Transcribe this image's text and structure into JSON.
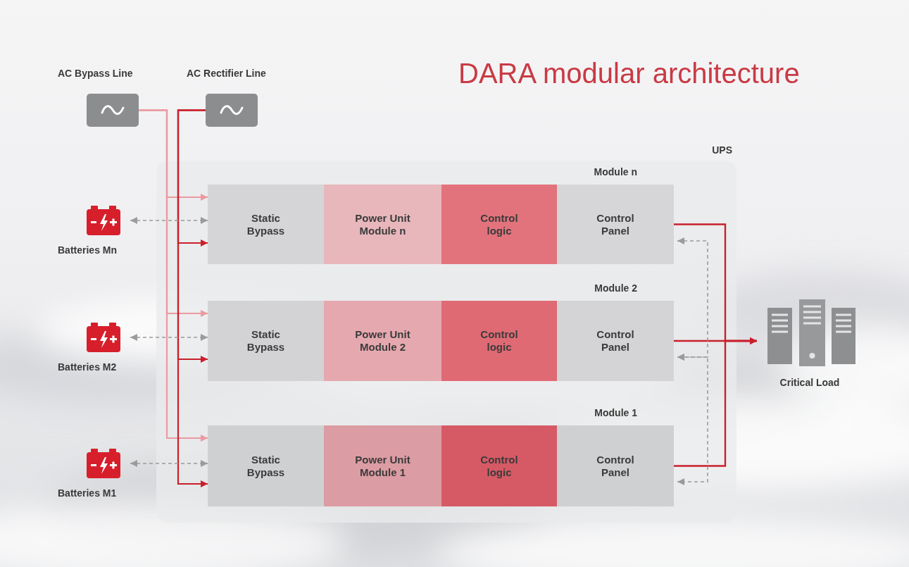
{
  "diagram": {
    "title": "DARA modular architecture",
    "nodes": [
      {
        "text": [
          "AC Bypass Line"
        ]
      },
      {
        "text": [
          "AC Rectifier Line"
        ]
      },
      {
        "text": [
          "Batteries Mn"
        ]
      },
      {
        "text": [
          "Batteries M2"
        ]
      },
      {
        "text": [
          "Batteries M1"
        ]
      },
      {
        "text": [
          "UPS"
        ]
      },
      {
        "text": [
          "Module n"
        ],
        "in": 5
      },
      {
        "text": [
          "Static Bypass"
        ],
        "in": 6
      },
      {
        "text": [
          "Power Unit Module n"
        ],
        "in": 6
      },
      {
        "text": [
          "Control logic"
        ],
        "in": 6
      },
      {
        "text": [
          "Control Panel"
        ],
        "in": 6
      },
      {
        "text": [
          "Module 2"
        ],
        "in": 5
      },
      {
        "text": [
          "Static Bypass"
        ],
        "in": 11
      },
      {
        "text": [
          "Power Unit Module 2"
        ],
        "in": 11
      },
      {
        "text": [
          "Control logic"
        ],
        "in": 11
      },
      {
        "text": [
          "Control Panel"
        ],
        "in": 11
      },
      {
        "text": [
          "Module 1"
        ],
        "in": 5
      },
      {
        "text": [
          "Static Bypass"
        ],
        "in": 16
      },
      {
        "text": [
          "Power Unit Module 1"
        ],
        "in": 16
      },
      {
        "text": [
          "Control logic"
        ],
        "in": 16
      },
      {
        "text": [
          "Control Panel"
        ],
        "in": 16
      },
      {
        "text": [
          "Critical Load"
        ]
      }
    ],
    "edges": [
      {
        "from": 0,
        "to": 7,
        "arrow": "to"
      },
      {
        "from": 0,
        "to": 12,
        "arrow": "to"
      },
      {
        "from": 0,
        "to": 17,
        "arrow": "to"
      },
      {
        "from": 1,
        "to": 6,
        "arrow": "to"
      },
      {
        "from": 1,
        "to": 11,
        "arrow": "to"
      },
      {
        "from": 1,
        "to": 16,
        "arrow": "to"
      },
      {
        "from": 2,
        "to": 6,
        "arrow": "both"
      },
      {
        "from": 3,
        "to": 11,
        "arrow": "both"
      },
      {
        "from": 4,
        "to": 16,
        "arrow": "both"
      },
      {
        "from": 10,
        "to": 21,
        "arrow": "to"
      },
      {
        "from": 15,
        "to": 21,
        "arrow": "to"
      },
      {
        "from": 20,
        "to": 21,
        "arrow": "to"
      },
      {
        "from": 10,
        "to": 15,
        "arrow": "both"
      },
      {
        "from": 15,
        "to": 20,
        "arrow": "both"
      }
    ]
  }
}
